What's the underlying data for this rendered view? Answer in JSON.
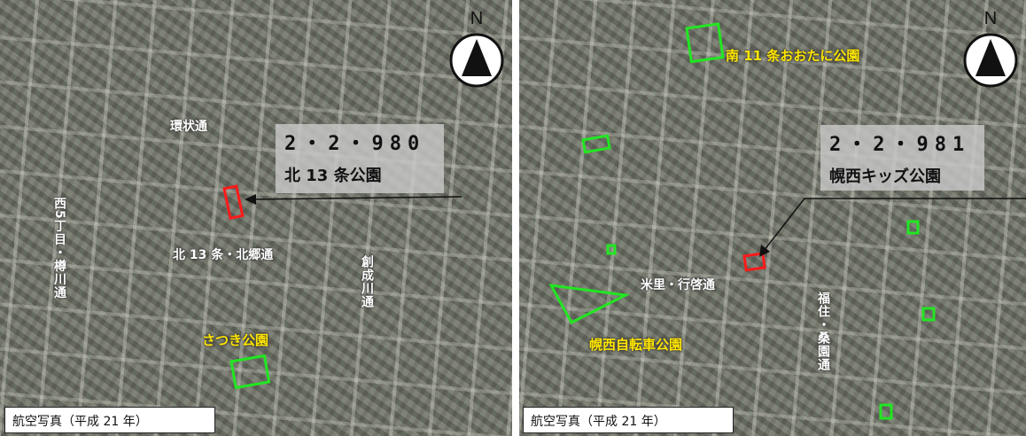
{
  "left_map": {
    "north_label": "N",
    "id_code": "2・2・980",
    "park_name": "北 13 条公園",
    "streets": {
      "ring_road": "環状通",
      "west5": "西5丁目・樽川通",
      "north13": "北 13 条・北郷通",
      "sosei": "創成川通"
    },
    "nearby_parks": {
      "satsuki": "さつき公園"
    },
    "caption": "航空写真（平成 21 年）"
  },
  "right_map": {
    "north_label": "N",
    "id_code": "2・2・981",
    "park_name": "幌西キッズ公園",
    "streets": {
      "yoneri": "米里・行啓通",
      "fukuzumi": "福住・桑園通"
    },
    "nearby_parks": {
      "minami11": "南 11 条おおたに公園",
      "bicycle": "幌西自転車公園"
    },
    "caption": "航空写真（平成 21 年）"
  },
  "colors": {
    "target_outline": "#ff1a1a",
    "park_outline": "#22e622",
    "park_label": "#ffe600",
    "street_label": "#ffffff"
  }
}
